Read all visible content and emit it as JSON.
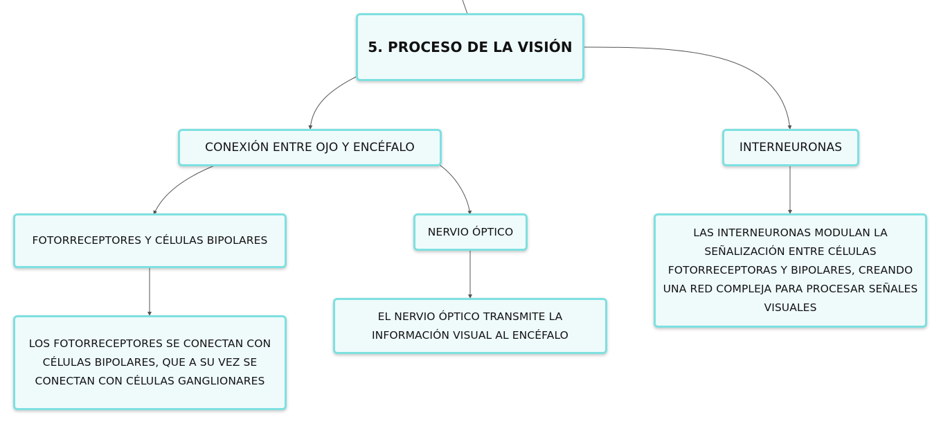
{
  "mindmap": {
    "root": {
      "label": "5. PROCESO DE LA VISIÓN"
    },
    "branches": [
      {
        "label": "CONEXIÓN ENTRE OJO Y ENCÉFALO",
        "children": [
          {
            "label": "FOTORRECEPTORES Y CÉLULAS BIPOLARES",
            "detail": "LOS FOTORRECEPTORES SE CONECTAN CON CÉLULAS BIPOLARES, QUE A SU VEZ SE CONECTAN CON CÉLULAS GANGLIONARES"
          },
          {
            "label": "NERVIO ÓPTICO",
            "detail": "EL NERVIO ÓPTICO TRANSMITE LA INFORMACIÓN VISUAL AL ENCÉFALO"
          }
        ]
      },
      {
        "label": "INTERNEURONAS",
        "detail": "LAS INTERNEURONAS MODULAN LA SEÑALIZACIÓN ENTRE CÉLULAS FOTORRECEPTORAS Y BIPOLARES, CREANDO UNA RED COMPLEJA PARA PROCESAR SEÑALES VISUALES"
      }
    ]
  },
  "colors": {
    "node_border": "#7ee0e0",
    "node_fill": "#effafb",
    "connector": "#555555",
    "text": "#111111"
  }
}
